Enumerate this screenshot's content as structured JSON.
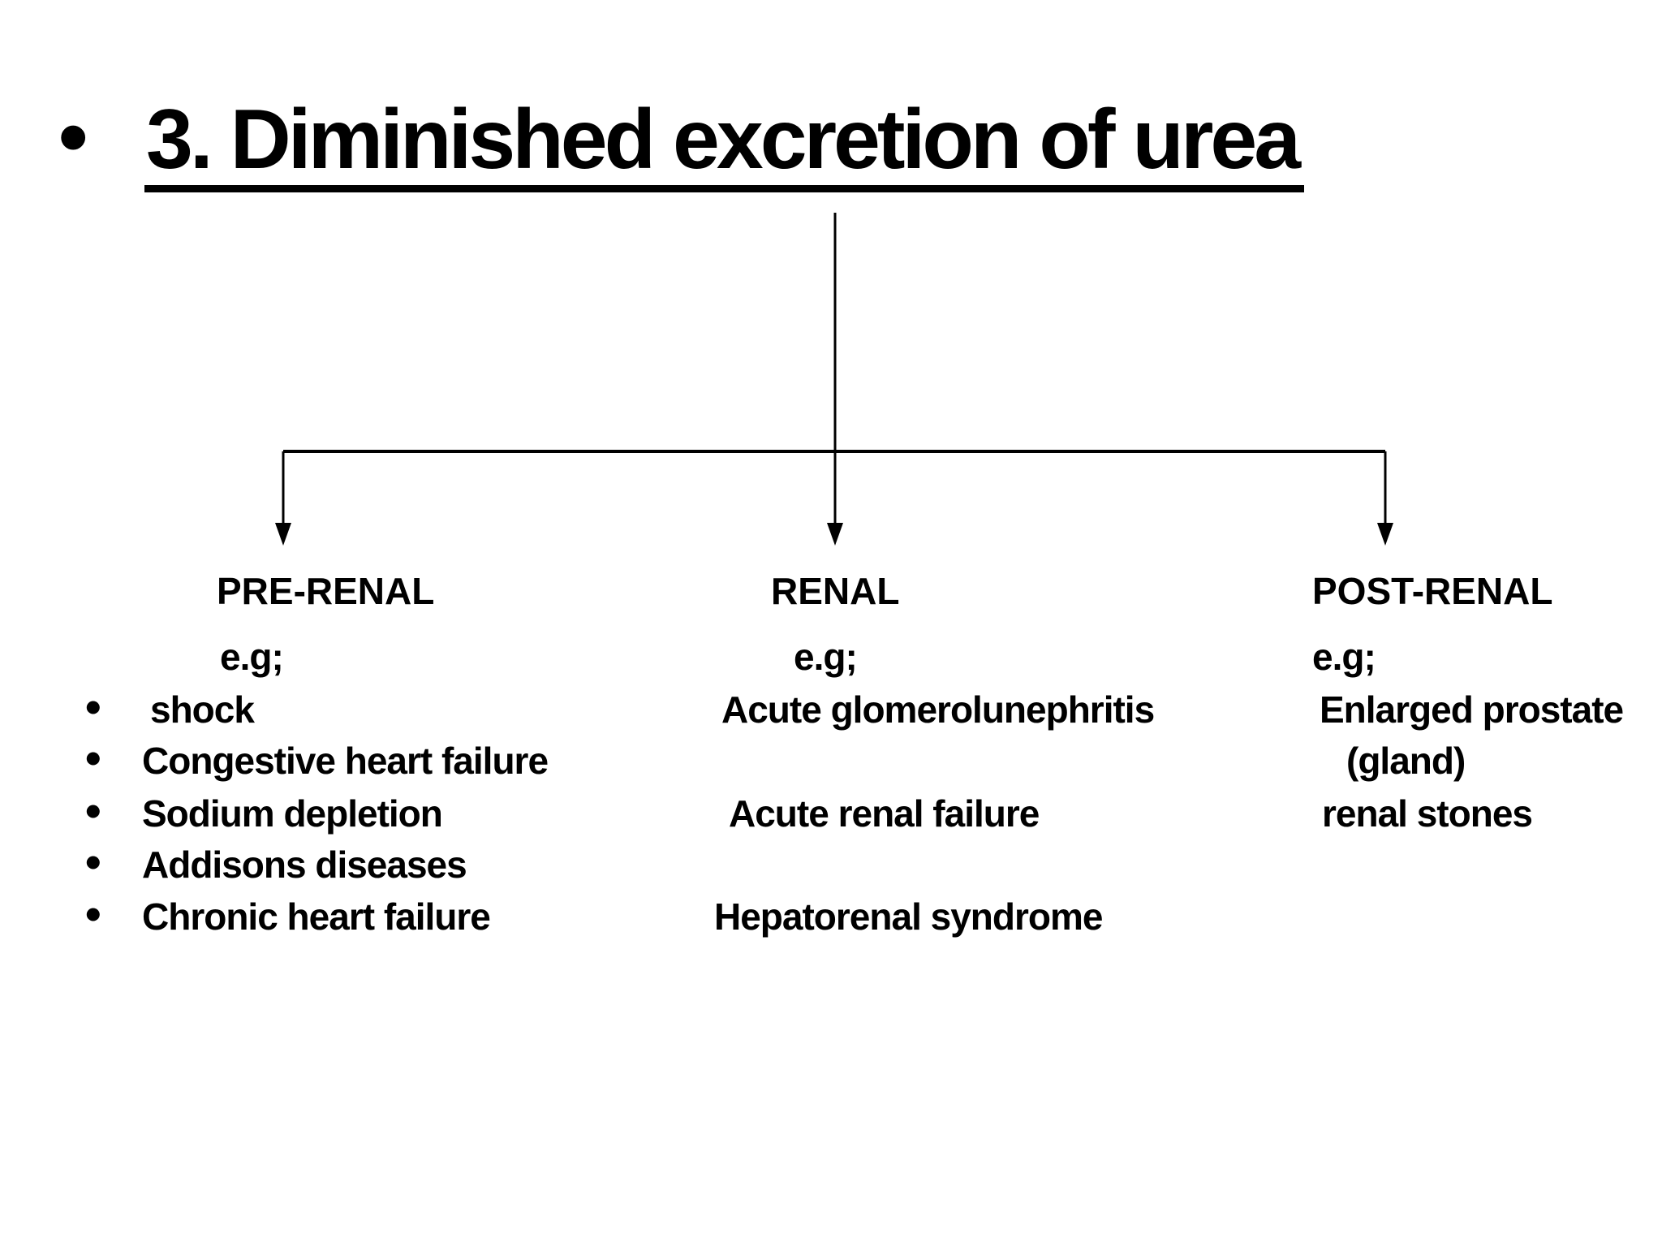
{
  "icons": {
    "bullet": "•"
  },
  "slide": {
    "title": "3. Diminished excretion of urea",
    "branches": [
      {
        "label": "PRE-RENAL",
        "example_prefix": "e.g;",
        "items": [
          "shock",
          "Congestive heart failure",
          "Sodium depletion",
          "Addisons diseases",
          "Chronic heart failure"
        ]
      },
      {
        "label": "RENAL",
        "example_prefix": "e.g;",
        "items": [
          "Acute glomerolunephritis",
          "Acute renal failure",
          "Hepatorenal syndrome"
        ]
      },
      {
        "label": "POST-RENAL",
        "example_prefix": "e.g;",
        "items": [
          "Enlarged prostate",
          "(gland)",
          "renal stones"
        ]
      }
    ]
  }
}
